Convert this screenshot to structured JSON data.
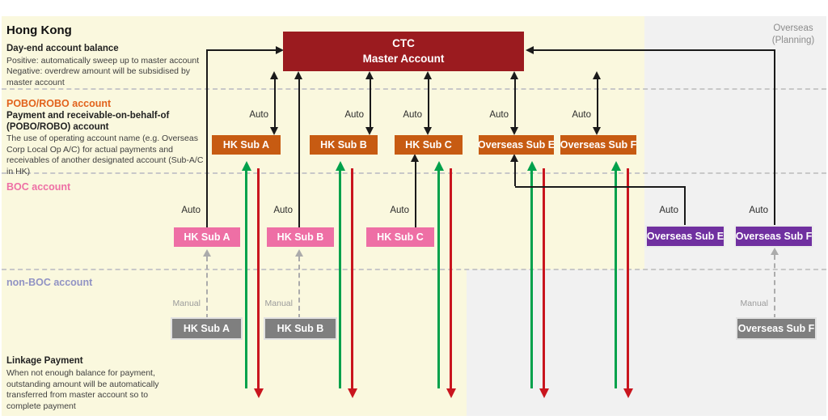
{
  "regions": {
    "hong_kong": "Hong Kong",
    "overseas_line1": "Overseas",
    "overseas_line2": "(Planning)"
  },
  "sections": {
    "day_end": {
      "title": "Day-end account balance",
      "line1": "Positive: automatically sweep up to master account",
      "line2": "Negative: overdrew amount will be subsidised by master account"
    },
    "pobo": {
      "title": "POBO/ROBO account",
      "subtitle": "Payment and receivable-on-behalf-of (POBO/ROBO) account",
      "body": "The use of operating account name (e.g. Overseas Corp Local Op A/C) for actual payments and receivables of another designated account (Sub-A/C in HK)"
    },
    "boc": {
      "title": "BOC account"
    },
    "non_boc": {
      "title": "non-BOC account"
    },
    "linkage": {
      "title": "Linkage Payment",
      "body": "When not enough balance for payment, outstanding amount will be automatically transferred from master account so to complete payment"
    }
  },
  "accounts": {
    "master": {
      "line1": "CTC",
      "line2": "Master Account"
    },
    "pobo_row": [
      "HK Sub A",
      "HK Sub B",
      "HK Sub C",
      "Overseas Sub E",
      "Overseas Sub F"
    ],
    "boc_row": [
      "HK Sub A",
      "HK Sub B",
      "HK Sub C",
      "Overseas Sub E",
      "Overseas Sub F"
    ],
    "non_boc_row": [
      "HK Sub A",
      "HK Sub B",
      "Overseas Sub F"
    ]
  },
  "labels": {
    "auto": "Auto",
    "manual": "Manual"
  },
  "colors": {
    "master_box": "#9b1b1f",
    "pobo_box": "#c75b12",
    "boc_hk_box": "#ee6fa5",
    "boc_overseas_box": "#7030a0",
    "non_boc_box": "#7f7f7f",
    "sweep_up_arrow": "#00a14b",
    "sweep_down_arrow": "#c9151e",
    "hk_background": "#faf8de",
    "overseas_background": "#f1f1f1"
  }
}
